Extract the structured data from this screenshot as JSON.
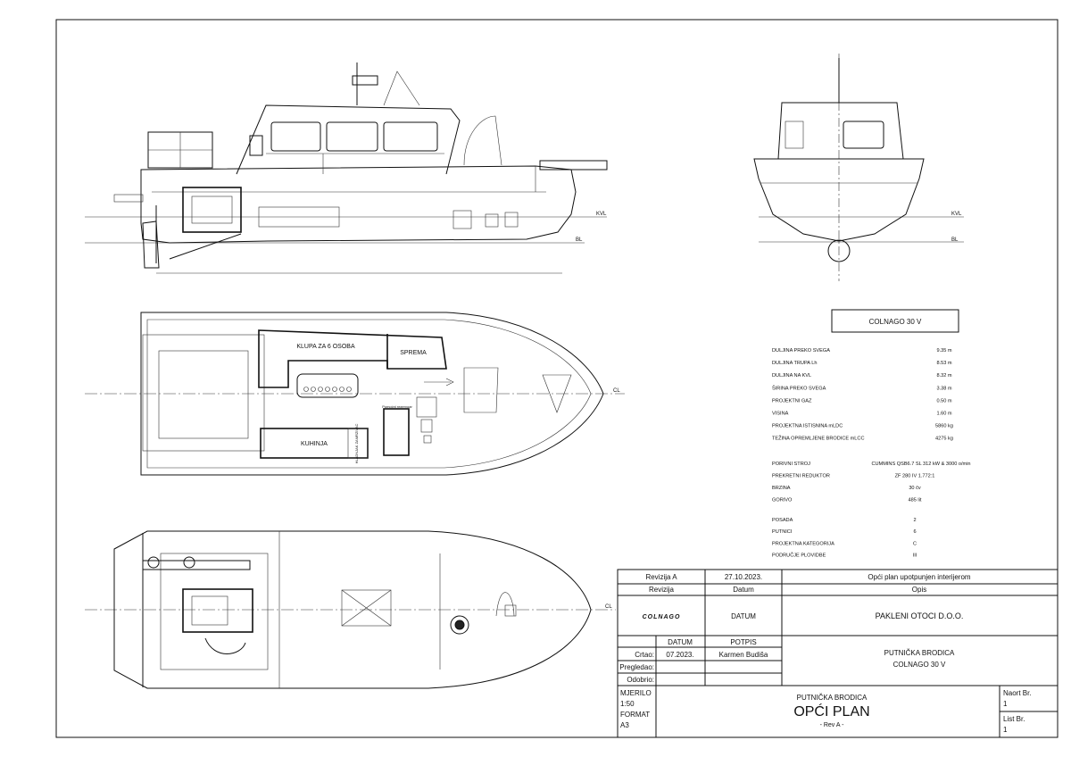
{
  "drawing": {
    "labels": {
      "kvl": "KVL",
      "bl": "BL",
      "cl": "CL"
    },
    "plan_labels": {
      "bench": "KLUPA ZA 6 OSOBA",
      "storage": "SPREMA",
      "kitchen": "KUHINJA",
      "fridge": "HLADNJAK ZAMRZIVAC",
      "panel": "Pomoćni rezervoar"
    }
  },
  "title_box": {
    "name": "COLNAGO 30 V"
  },
  "specs": {
    "main": [
      {
        "label": "DULJINA PREKO SVEGA",
        "value": "9.35 m"
      },
      {
        "label": "DULJINA TRUPA  Lh",
        "value": "8.53 m"
      },
      {
        "label": "DULJINA NA KVL",
        "value": "8.32 m"
      },
      {
        "label": "ŠIRINA PREKO SVEGA",
        "value": "3.38 m"
      },
      {
        "label": "PROJEKTNI GAZ",
        "value": "0.50 m"
      },
      {
        "label": "VISINA",
        "value": "1.60 m"
      },
      {
        "label": "PROJEKTNA ISTISNINA  mLDC",
        "value": "5860 kg"
      },
      {
        "label": "TEŽINA OPREMLJENE BRODICE  mLCC",
        "value": "4275 kg"
      }
    ],
    "engine": [
      {
        "label": "PORIVNI STROJ",
        "value": "CUMMINS  QSB6.7 SL  312 kW & 3000 o/min"
      },
      {
        "label": "PREKRETNI REDUKTOR",
        "value": "ZF 280 IV   1.772:1"
      },
      {
        "label": "BRZINA",
        "value": "30 čv"
      },
      {
        "label": "GORIVO",
        "value": "485 lit"
      }
    ],
    "other": [
      {
        "label": "POSADA",
        "value": "2"
      },
      {
        "label": "PUTNICI",
        "value": "6"
      },
      {
        "label": "PROJEKTNA KATEGORIJA",
        "value": "C"
      },
      {
        "label": "PODRUČJE PLOVIDBE",
        "value": "III"
      }
    ]
  },
  "titleblock": {
    "rev_a": "Revizija A",
    "rev_a_date": "27.10.2023.",
    "rev_a_desc": "Opći plan upotpunjen interijerom",
    "rev_header": "Revizija",
    "date_header": "Datum",
    "desc_header": "Opis",
    "logo": "COLNAGO",
    "datum": "DATUM",
    "client": "PAKLENI OTOCI D.O.O.",
    "col_datum": "DATUM",
    "col_potpis": "POTPIS",
    "crtao": "Crtao:",
    "crtao_date": "07.2023.",
    "crtao_name": "Karmen Budiša",
    "pregledao": "Pregledao:",
    "odobrio": "Odobrio:",
    "project_line1": "PUTNIČKA BRODICA",
    "project_line2": "COLNAGO 30 V",
    "mjerilo": "MJERILO",
    "scale": "1:50",
    "format": "FORMAT",
    "format_val": "A3",
    "sheet_sub": "PUTNIČKA BRODICA",
    "sheet_title": "OPĆI PLAN",
    "sheet_rev": "- Rev A -",
    "naort": "Naort Br.",
    "naort_val": "1",
    "list": "List Br.",
    "list_val": "1"
  }
}
